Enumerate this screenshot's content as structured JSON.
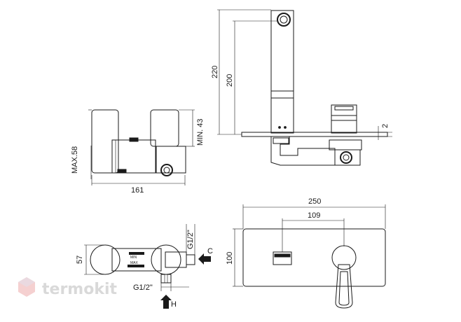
{
  "labels": {
    "d_220": "220",
    "d_200": "200",
    "d_2": "2",
    "d_max58": "MAX.58",
    "d_min43": "MIN. 43",
    "d_161": "161",
    "d_250": "250",
    "d_109": "109",
    "d_100": "100",
    "d_57": "57",
    "d_g12_right": "G1/2\"",
    "d_g12_bottom": "G1/2\"",
    "port_c": "C",
    "port_h": "H",
    "mix_a": "MIN",
    "mix_b": "MAX"
  },
  "watermark": "termokit",
  "colors": {
    "line": "#1a1a1a",
    "watermark": "#d9d9d9",
    "logo_a": "#f2c4c4",
    "logo_b": "#c9c9d9"
  }
}
